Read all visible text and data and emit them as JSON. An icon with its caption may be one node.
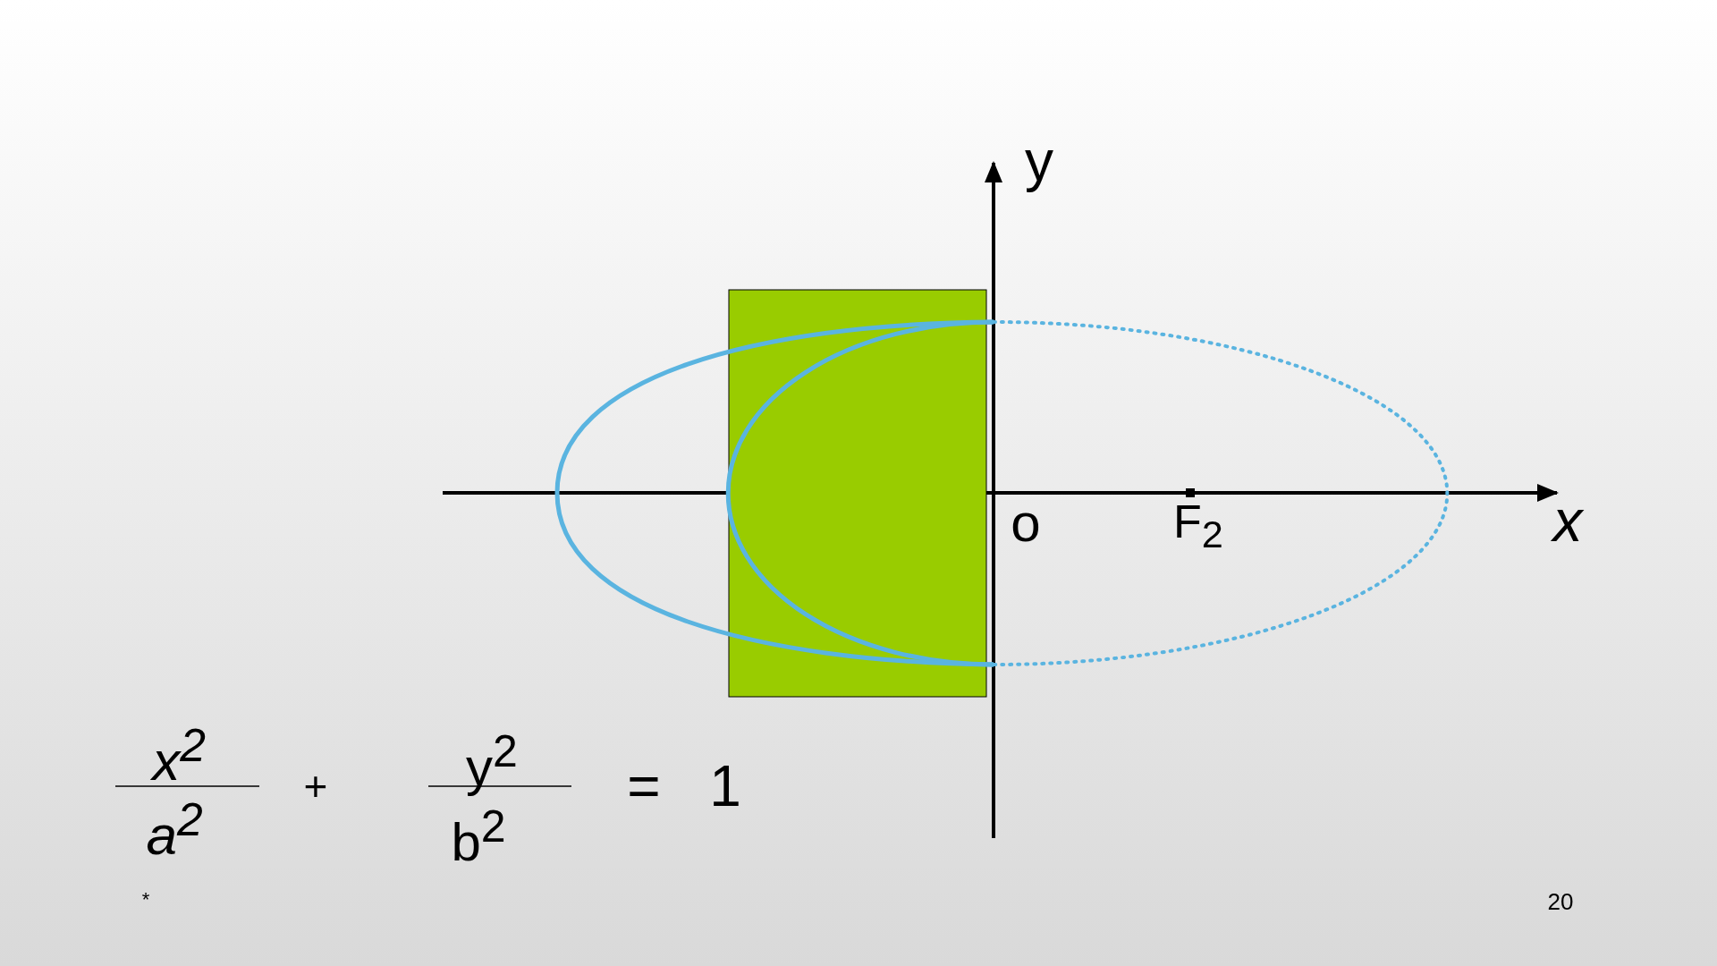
{
  "diagram": {
    "nodes": [
      {
        "text": [],
        "shape": "box"
      }
    ],
    "labels": [
      "y",
      "o",
      "F$_{2}$",
      "x",
      "x$^{2}$",
      "+",
      "y$^{2}$",
      "=",
      "1",
      "a$^{2}$",
      "b$^{2}$",
      "*",
      "20"
    ]
  }
}
